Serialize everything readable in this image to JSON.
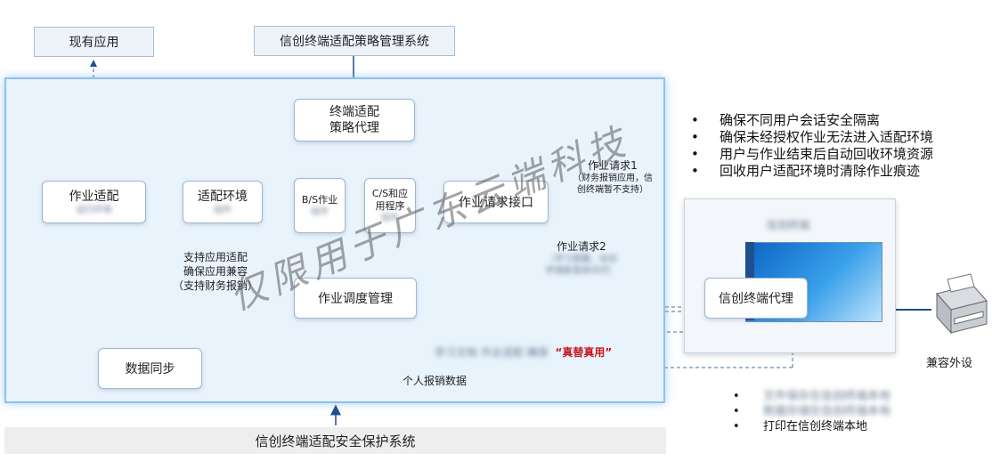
{
  "top": {
    "existing_apps": "现有应用",
    "policy_system": "信创终端适配策略管理系统"
  },
  "panel": {
    "policy_agent": [
      "终端适配",
      "策略代理"
    ],
    "job_adapt": "作业适配",
    "job_adapt_sub": "运行环境",
    "adapt_env": "适配环境",
    "adapt_env_sub": "组件",
    "bs_job": "B/S作业",
    "bs_job_sub": "组件",
    "cs_app": [
      "C/S和应",
      "用程序"
    ],
    "cs_app_sub": "组件",
    "job_request_interface": "作业请求接口",
    "job_scheduler": "作业调度管理",
    "data_sync": "数据同步",
    "support_note": [
      "支持应用适配",
      "确保应用兼容",
      "（支持财务报销）"
    ],
    "blur_note": "学习文档 作业适配 确保",
    "real_use": "“真替真用”",
    "personal_data": "个人报销数据"
  },
  "requests": {
    "req1_title": "作业请求1",
    "req1_note": [
      "（财务报销应用，信",
      "创终端暂不支持）"
    ],
    "req2_title": "作业请求2",
    "req2_note": [
      "（学习提醒、信创",
      "终端能直接访问）"
    ]
  },
  "bullets": [
    "确保不同用户会话安全隔离",
    "确保未经授权作业无法进入适配环境",
    "用户与作业结束后自动回收环境资源",
    "回收用户适配环境时清除作业痕迹"
  ],
  "terminal": {
    "title": "信创终端",
    "agent_label": "信创终端代理"
  },
  "device": {
    "label": "兼容外设"
  },
  "bottom_bullets": [
    "文件保存在信创终端本地",
    "数据存储在信创终端本地",
    "打印在信创终端本地"
  ],
  "bottom_bar": "信创终端适配安全保护系统",
  "watermark": "仅限用于广东云端科技",
  "colors": {
    "accent": "#1f4e8c",
    "panel_border": "#8ec1ee",
    "real_use": "#c8161d"
  }
}
